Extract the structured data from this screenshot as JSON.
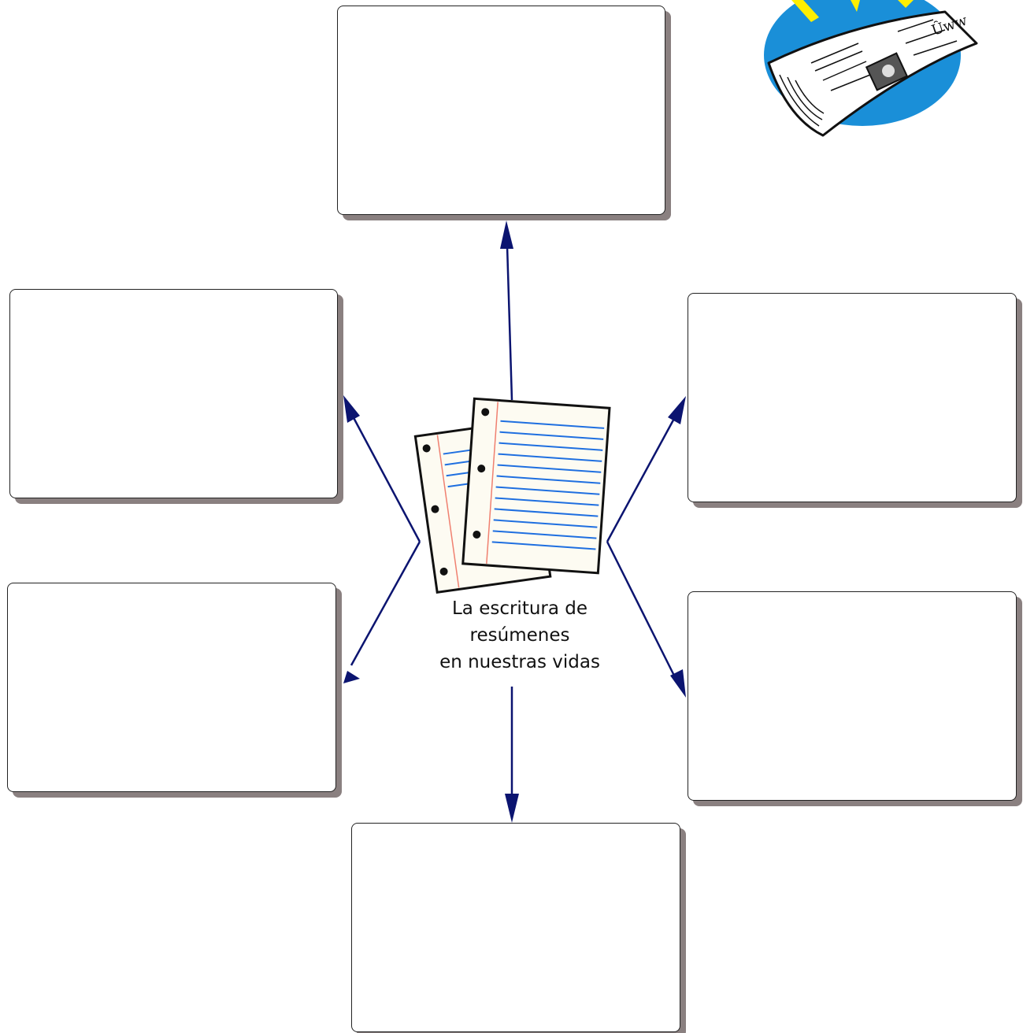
{
  "center": {
    "line1": "La escritura de",
    "line2": "resúmenes",
    "line3": "en nuestras vidas"
  },
  "boxes": [
    {
      "id": "top",
      "text": ""
    },
    {
      "id": "left-upper",
      "text": ""
    },
    {
      "id": "right-upper",
      "text": ""
    },
    {
      "id": "left-lower",
      "text": ""
    },
    {
      "id": "right-lower",
      "text": ""
    },
    {
      "id": "bottom",
      "text": ""
    }
  ],
  "colors": {
    "arrow": "#0b1470",
    "box_shadow": "#8a8080",
    "newspaper_bg": "#1a8fd8",
    "burst": "#ffee00",
    "paper_lines": "#1f6fe0",
    "paper_margin": "#f08070"
  },
  "icons": [
    "notebook-paper-icon",
    "newspaper-icon"
  ]
}
